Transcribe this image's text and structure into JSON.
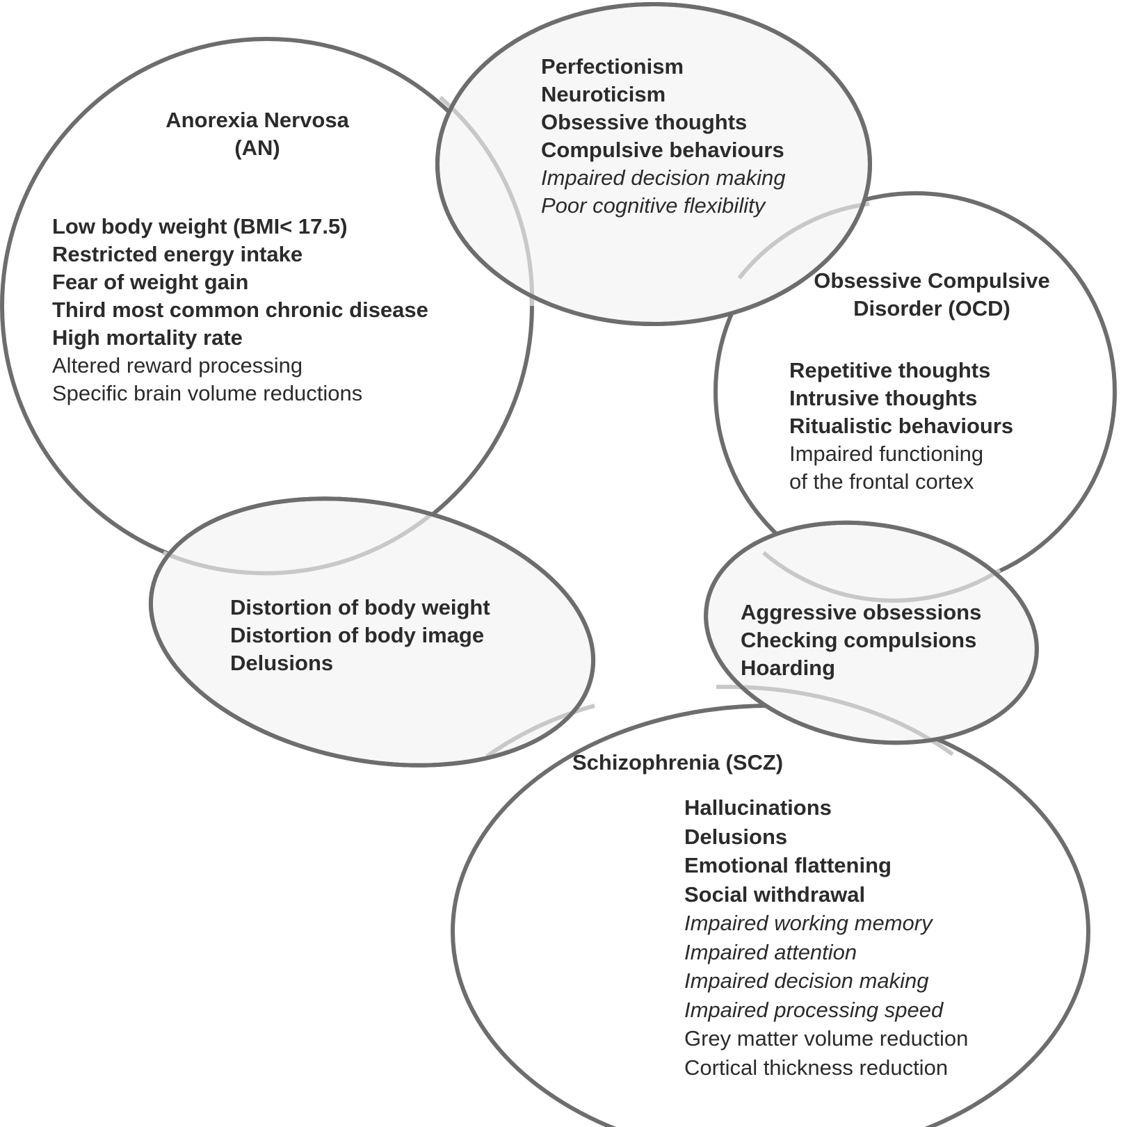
{
  "an": {
    "title_line1": "Anorexia Nervosa",
    "title_line2": "(AN)",
    "items": [
      "Low body weight (BMI< 17.5)",
      "Restricted energy intake",
      "Fear of weight gain",
      "Third most common chronic disease",
      "High mortality rate",
      "Altered reward processing",
      "Specific brain volume reductions"
    ]
  },
  "an_ocd_overlap": {
    "items": [
      "Perfectionism",
      "Neuroticism",
      "Obsessive thoughts",
      "Compulsive behaviours",
      "Impaired decision making",
      "Poor cognitive flexibility"
    ]
  },
  "ocd": {
    "title_line1": "Obsessive Compulsive",
    "title_line2": "Disorder (OCD)",
    "items": [
      "Repetitive thoughts",
      "Intrusive thoughts",
      "Ritualistic behaviours",
      "Impaired functioning",
      "of the frontal cortex"
    ]
  },
  "an_scz_overlap": {
    "items": [
      "Distortion of body weight",
      "Distortion of body image",
      "Delusions"
    ]
  },
  "ocd_scz_overlap": {
    "items": [
      "Aggressive obsessions",
      "Checking compulsions",
      "Hoarding"
    ]
  },
  "scz": {
    "title": "Schizophrenia (SCZ)",
    "items": [
      "Hallucinations",
      "Delusions",
      "Emotional flattening",
      "Social withdrawal",
      "Impaired working memory",
      "Impaired attention",
      "Impaired decision making",
      "Impaired processing speed",
      "Grey matter volume reduction",
      "Cortical thickness reduction"
    ]
  }
}
